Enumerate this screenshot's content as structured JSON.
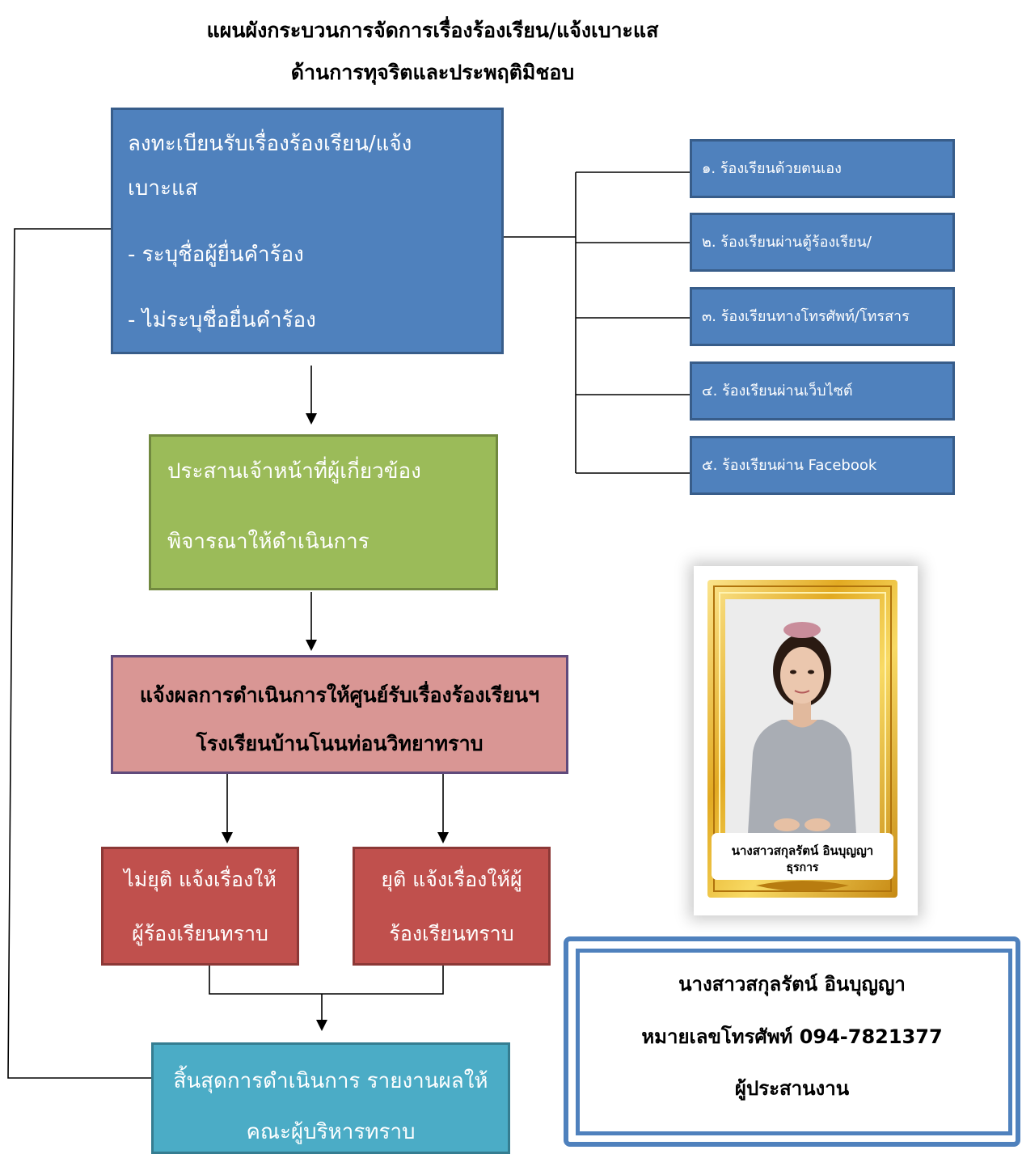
{
  "title": {
    "line1": "แผนผังกระบวนการจัดการเรื่องร้องเรียน/แจ้งเบาะแส",
    "line2": "ด้านการทุจริตและประพฤติมิชอบ"
  },
  "register_box": {
    "lines": [
      "ลงทะเบียนรับเรื่องร้องเรียน/แจ้ง",
      "เบาะแส",
      "- ระบุชื่อผู้ยื่นคำร้อง",
      "- ไม่ระบุชื่อยื่นคำร้อง"
    ]
  },
  "channels": [
    "๑. ร้องเรียนด้วยตนเอง",
    "๒. ร้องเรียนผ่านตู้ร้องเรียน/",
    "๓. ร้องเรียนทางโทรศัพท์/โทรสาร",
    "๔. ร้องเรียนผ่านเว็บไซต์",
    "๕. ร้องเรียนผ่าน Facebook"
  ],
  "coordinate_box": {
    "lines": [
      "ประสานเจ้าหน้าที่ผู้เกี่ยวข้อง",
      "พิจารณาให้ดำเนินการ"
    ]
  },
  "report_box": {
    "lines": [
      "แจ้งผลการดำเนินการให้ศูนย์รับเรื่องร้องเรียนฯ",
      "โรงเรียนบ้านโนนท่อนวิทยาทราบ"
    ]
  },
  "not_resolved_box": {
    "lines": [
      "ไม่ยุติ แจ้งเรื่องให้",
      "ผู้ร้องเรียนทราบ"
    ]
  },
  "resolved_box": {
    "lines": [
      "ยุติ แจ้งเรื่องให้ผู้",
      "ร้องเรียนทราบ"
    ]
  },
  "end_box": {
    "lines": [
      "สิ้นสุดการดำเนินการ รายงานผลให้",
      "คณะผู้บริหารทราบ"
    ]
  },
  "photo": {
    "caption_name": "นางสาวสกุลรัตน์ อินบุญญา",
    "caption_role": "ธุรการ"
  },
  "contact": {
    "name": "นางสาวสกุลรัตน์ อินบุญญา",
    "phone_line": "หมายเลขโทรศัพท์ 094-7821377",
    "role": "ผู้ประสานงาน"
  },
  "colors": {
    "register_fill": "#4f81bd",
    "register_border": "#385d8a",
    "coordinate_fill": "#9bbb59",
    "coordinate_border": "#71893f",
    "report_fill": "#d99694",
    "report_border": "#604a7b",
    "decision_fill": "#c0504d",
    "decision_border": "#8c3836",
    "end_fill": "#4bacc6",
    "end_border": "#357d91",
    "contact_border": "#4f81bd"
  }
}
